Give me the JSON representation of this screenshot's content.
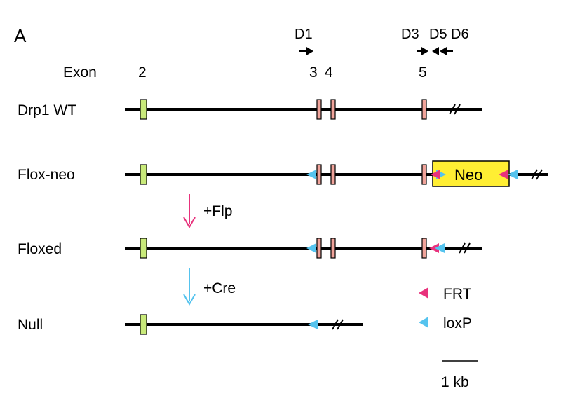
{
  "panel_label": "A",
  "exon_header": "Exon",
  "exon_numbers": [
    "2",
    "3",
    "4",
    "5"
  ],
  "primers": [
    "D1",
    "D3",
    "D5",
    "D6"
  ],
  "rows": [
    {
      "label": "Drp1 WT"
    },
    {
      "label": "Flox-neo",
      "cassette": "Neo"
    },
    {
      "label": "Floxed"
    },
    {
      "label": "Null"
    }
  ],
  "steps": [
    {
      "label": "+Flp",
      "color": "#e8327c"
    },
    {
      "label": "+Cre",
      "color": "#55c3ee"
    }
  ],
  "legend": [
    {
      "label": "FRT",
      "color": "#e8327c"
    },
    {
      "label": "loxP",
      "color": "#55c3ee"
    }
  ],
  "scale_bar": {
    "label": "1 kb"
  },
  "colors": {
    "exon2": "#c9ea7a",
    "exons3to5": "#f0a39a",
    "neo_box": "#ffee33",
    "frt": "#e8327c",
    "loxp": "#55c3ee"
  }
}
